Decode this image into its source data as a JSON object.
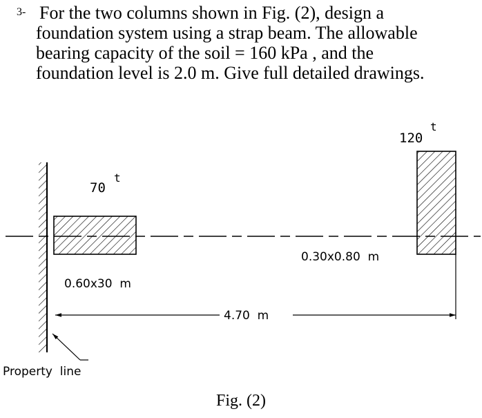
{
  "problem": {
    "number": "3-",
    "lines": [
      "For the two columns shown in Fig. (2), design a",
      "foundation system using a strap beam. The allowable",
      "bearing capacity of the soil = 160 kPa , and the",
      "foundation level is 2.0 m. Give full detailed drawings."
    ]
  },
  "figure": {
    "left_load": {
      "value": "70",
      "unit": "t"
    },
    "right_load": {
      "value": "120",
      "unit": "t"
    },
    "left_column_label": "0.60x30  m",
    "right_column_label": "0.30x0.80  m",
    "spacing_label": "4.70  m",
    "property_line_label": "Property  line",
    "caption": "Fig. (2)"
  }
}
